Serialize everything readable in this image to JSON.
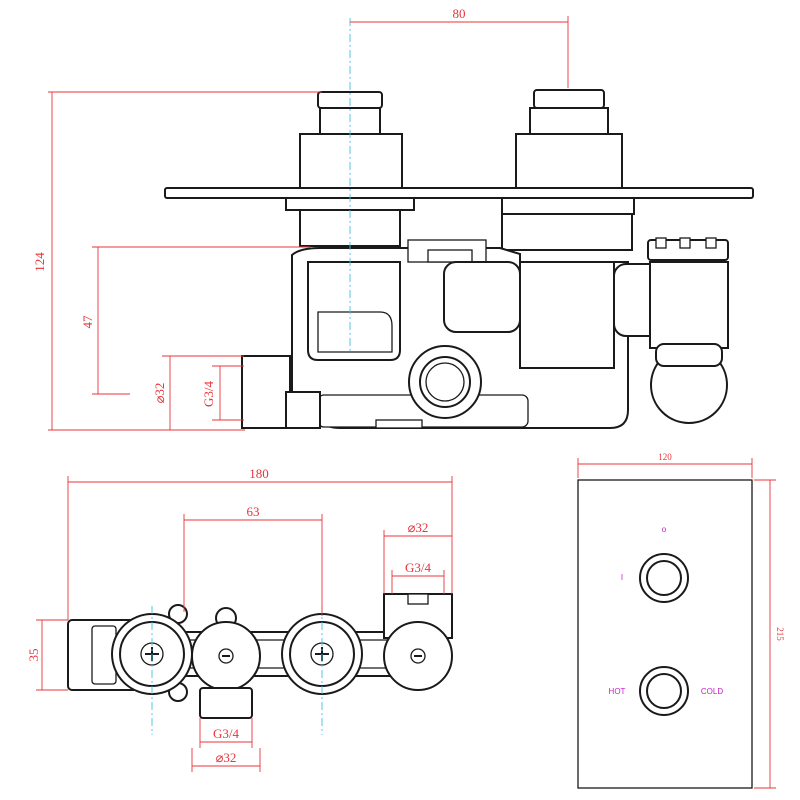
{
  "side_view": {
    "dim_width_top": "80",
    "dim_height_total": "124",
    "dim_height_outlet": "47",
    "dim_outlet_diameter": "⌀32",
    "dim_outlet_thread": "G3/4"
  },
  "bottom_view": {
    "dim_total_width": "180",
    "dim_spacing": "63",
    "dim_right_diameter": "⌀32",
    "dim_right_thread": "G3/4",
    "dim_depth": "35",
    "dim_bottom_thread": "G3/4",
    "dim_bottom_diameter": "⌀32"
  },
  "front_plate": {
    "dim_width": "120",
    "dim_height": "215",
    "flow_off_label": "o",
    "flow_on_label": "I",
    "hot_label": "HOT",
    "cold_label": "COLD"
  },
  "colors": {
    "dimension": "#e8343a",
    "centerline": "#3fc4e8",
    "label": "#c21fc7",
    "outline": "#1a1a1a"
  }
}
